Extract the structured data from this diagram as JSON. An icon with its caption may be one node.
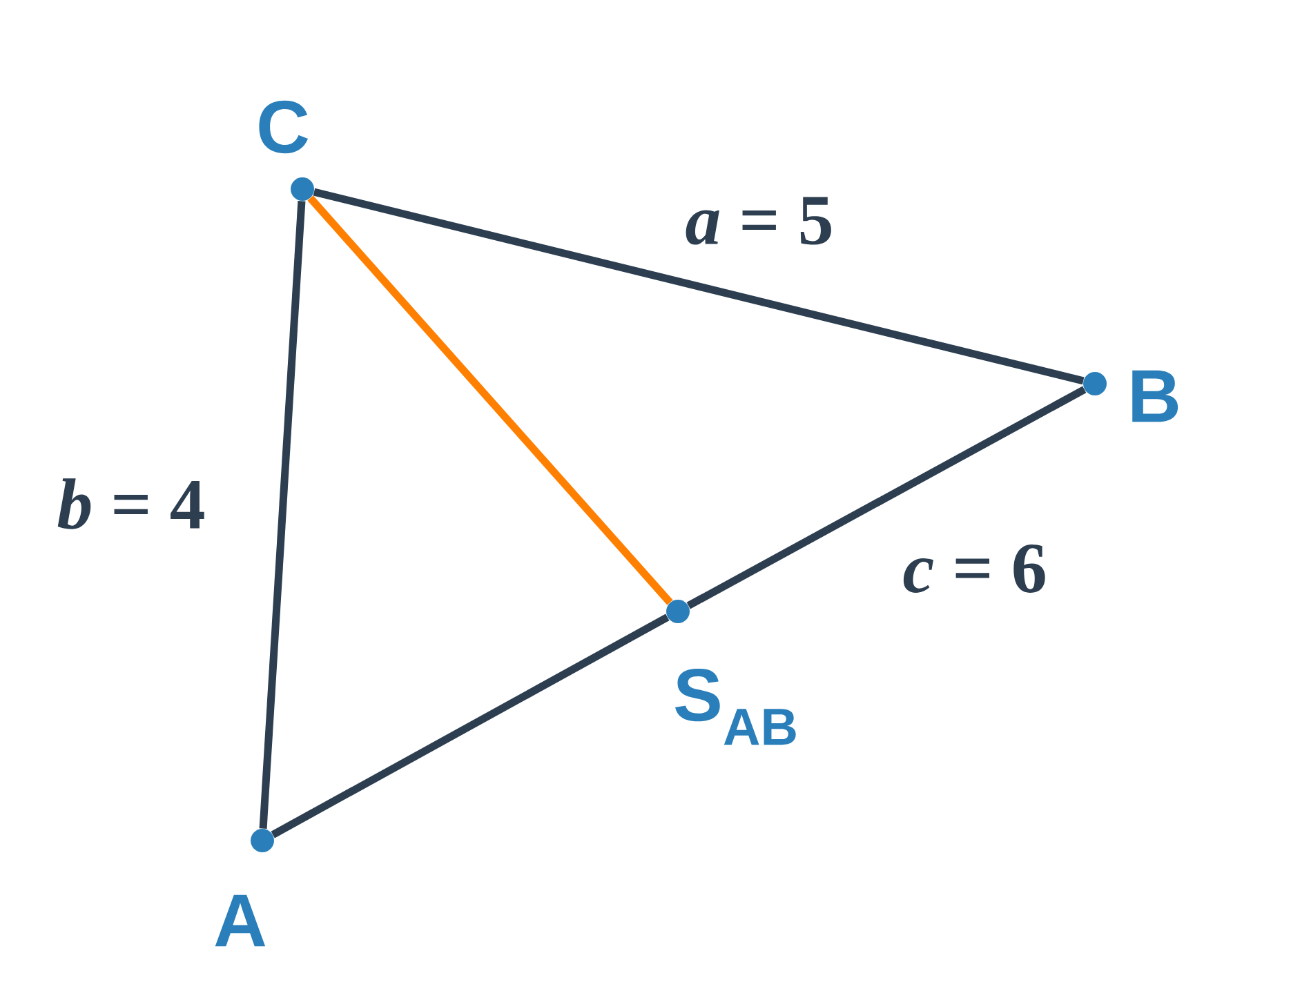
{
  "diagram": {
    "nodes": [
      {
        "text": [],
        "shape": "circle",
        "beside": [
          "C"
        ]
      },
      {
        "text": [],
        "shape": "circle",
        "beside": [
          "B"
        ]
      },
      {
        "text": [],
        "shape": "circle",
        "beside": [
          "S$_{AB}$"
        ]
      },
      {
        "text": [],
        "shape": "circle",
        "beside": [
          "A"
        ]
      }
    ],
    "edges": [
      {
        "from": 0,
        "to": 1,
        "arrow": "none",
        "label": "*a* = 5"
      },
      {
        "from": 3,
        "to": 0,
        "arrow": "none",
        "label": "*b* = 4"
      },
      {
        "from": 3,
        "to": 2,
        "arrow": "none"
      },
      {
        "from": 2,
        "to": 1,
        "arrow": "none",
        "label": "*c* = 6"
      },
      {
        "from": 0,
        "to": 2,
        "arrow": "none",
        "color": "#ff7f00"
      }
    ]
  }
}
